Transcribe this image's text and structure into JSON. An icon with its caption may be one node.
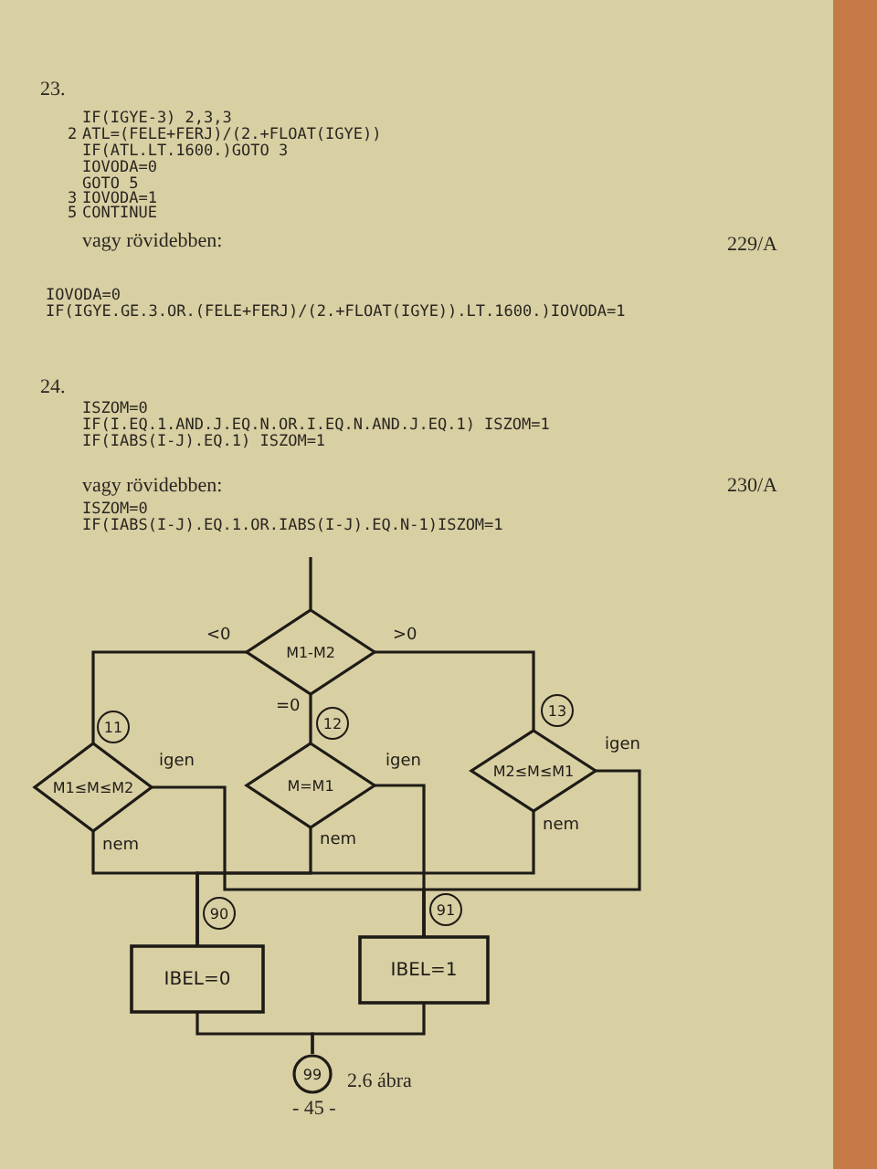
{
  "diagram": {
    "caption": "2.6 ábra",
    "nodes": [
      {
        "text": [
          "M1-M2"
        ]
      },
      {
        "text": [
          "M1≤M≤M2"
        ],
        "beside": [
          "11"
        ]
      },
      {
        "text": [
          "M=M1"
        ],
        "beside": [
          "12"
        ]
      },
      {
        "text": [
          "M2≤M≤M1"
        ],
        "beside": [
          "13"
        ]
      },
      {
        "text": [
          "IBEL=0"
        ],
        "beside": [
          "90"
        ]
      },
      {
        "text": [
          "IBEL=1"
        ],
        "beside": [
          "91"
        ]
      },
      {
        "text": [
          "99"
        ]
      }
    ],
    "edges": [
      {
        "from": null,
        "to": 0,
        "arrow": "none"
      },
      {
        "from": 0,
        "to": 1,
        "arrow": "none",
        "label": "<0"
      },
      {
        "from": 0,
        "to": 2,
        "arrow": "none",
        "label": "=0"
      },
      {
        "from": 0,
        "to": 3,
        "arrow": "none",
        "label": ">0"
      },
      {
        "from": 1,
        "to": 5,
        "arrow": "none",
        "label": "igen"
      },
      {
        "from": 1,
        "to": 4,
        "arrow": "none",
        "label": "nem"
      },
      {
        "from": 2,
        "to": 5,
        "arrow": "none",
        "label": "igen"
      },
      {
        "from": 2,
        "to": 4,
        "arrow": "none",
        "label": "nem"
      },
      {
        "from": 3,
        "to": 5,
        "arrow": "none",
        "label": "igen"
      },
      {
        "from": 3,
        "to": 4,
        "arrow": "none",
        "label": "nem"
      },
      {
        "from": 4,
        "to": 6,
        "arrow": "none"
      },
      {
        "from": 5,
        "to": 6,
        "arrow": "none"
      }
    ],
    "labels": [
      "23.",
      "IF(IGYE-3) 2,3,3",
      "2",
      "ATL=(FELE+FERJ)/(2.+FLOAT(IGYE))",
      "IF(ATL.LT.1600.)GOTO 3",
      "IOVODA=0",
      "GOTO 5",
      "3",
      "IOVODA=1",
      "5",
      "CONTINUE",
      "vagy rövidebben:",
      "229/A",
      "IOVODA=0",
      "IF(IGYE.GE.3.OR.(FELE+FERJ)/(2.+FLOAT(IGYE)).LT.1600.)IOVODA=1",
      "24.",
      "ISZOM=0",
      "IF(I.EQ.1.AND.J.EQ.N.OR.I.EQ.N.AND.J.EQ.1) ISZOM=1",
      "IF(IABS(I-J).EQ.1) ISZOM=1",
      "vagy rövidebben:",
      "230/A",
      "ISZOM=0",
      "IF(IABS(I-J).EQ.1.OR.IABS(I-J).EQ.N-1)ISZOM=1",
      "- 45 -"
    ]
  }
}
